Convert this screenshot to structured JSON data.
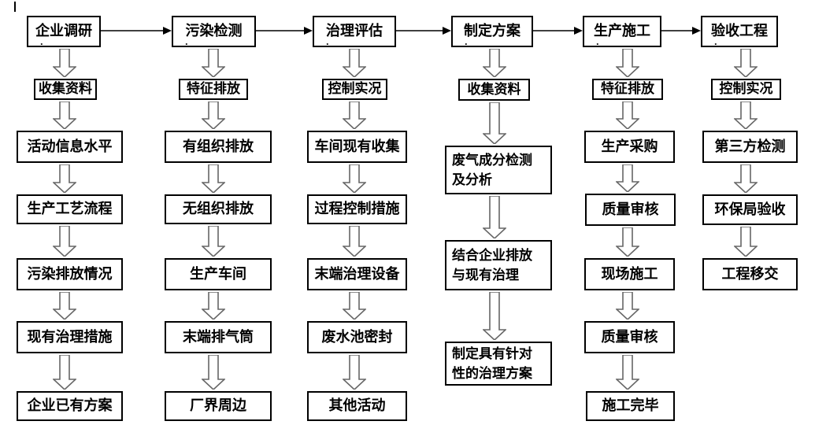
{
  "diagram": {
    "header_mark": ".",
    "colors": {
      "background": "#ffffff",
      "box_fill": "#ffffff",
      "box_border": "#000000",
      "text": "#000000",
      "down_arrow_outline": "#666666",
      "down_arrow_fill": "#ffffff",
      "connector": "#000000"
    },
    "columns": [
      {
        "header": "企业调研",
        "steps": [
          "收集资料",
          "活动信息水平",
          "生产工艺流程",
          "污染排放情况",
          "现有治理措施",
          "企业已有方案"
        ]
      },
      {
        "header": "污染检测",
        "steps": [
          "特征排放",
          "有组织排放",
          "无组织排放",
          "生产车间",
          "末端排气筒",
          "厂界周边"
        ]
      },
      {
        "header": "治理评估",
        "steps": [
          "控制实况",
          "车间现有收集",
          "过程控制措施",
          "末端治理设备",
          "废水池密封",
          "其他活动"
        ]
      },
      {
        "header": "制定方案",
        "steps": [
          "收集资料",
          "废气成分检测及分析",
          "结合企业排放与现有治理",
          "制定具有针对性的治理方案"
        ]
      },
      {
        "header": "生产施工",
        "steps": [
          "特征排放",
          "生产采购",
          "质量审核",
          "现场施工",
          "质量审核",
          "施工完毕"
        ]
      },
      {
        "header": "验收工程",
        "steps": [
          "控制实况",
          "第三方检测",
          "环保局验收",
          "工程移交"
        ]
      }
    ]
  }
}
